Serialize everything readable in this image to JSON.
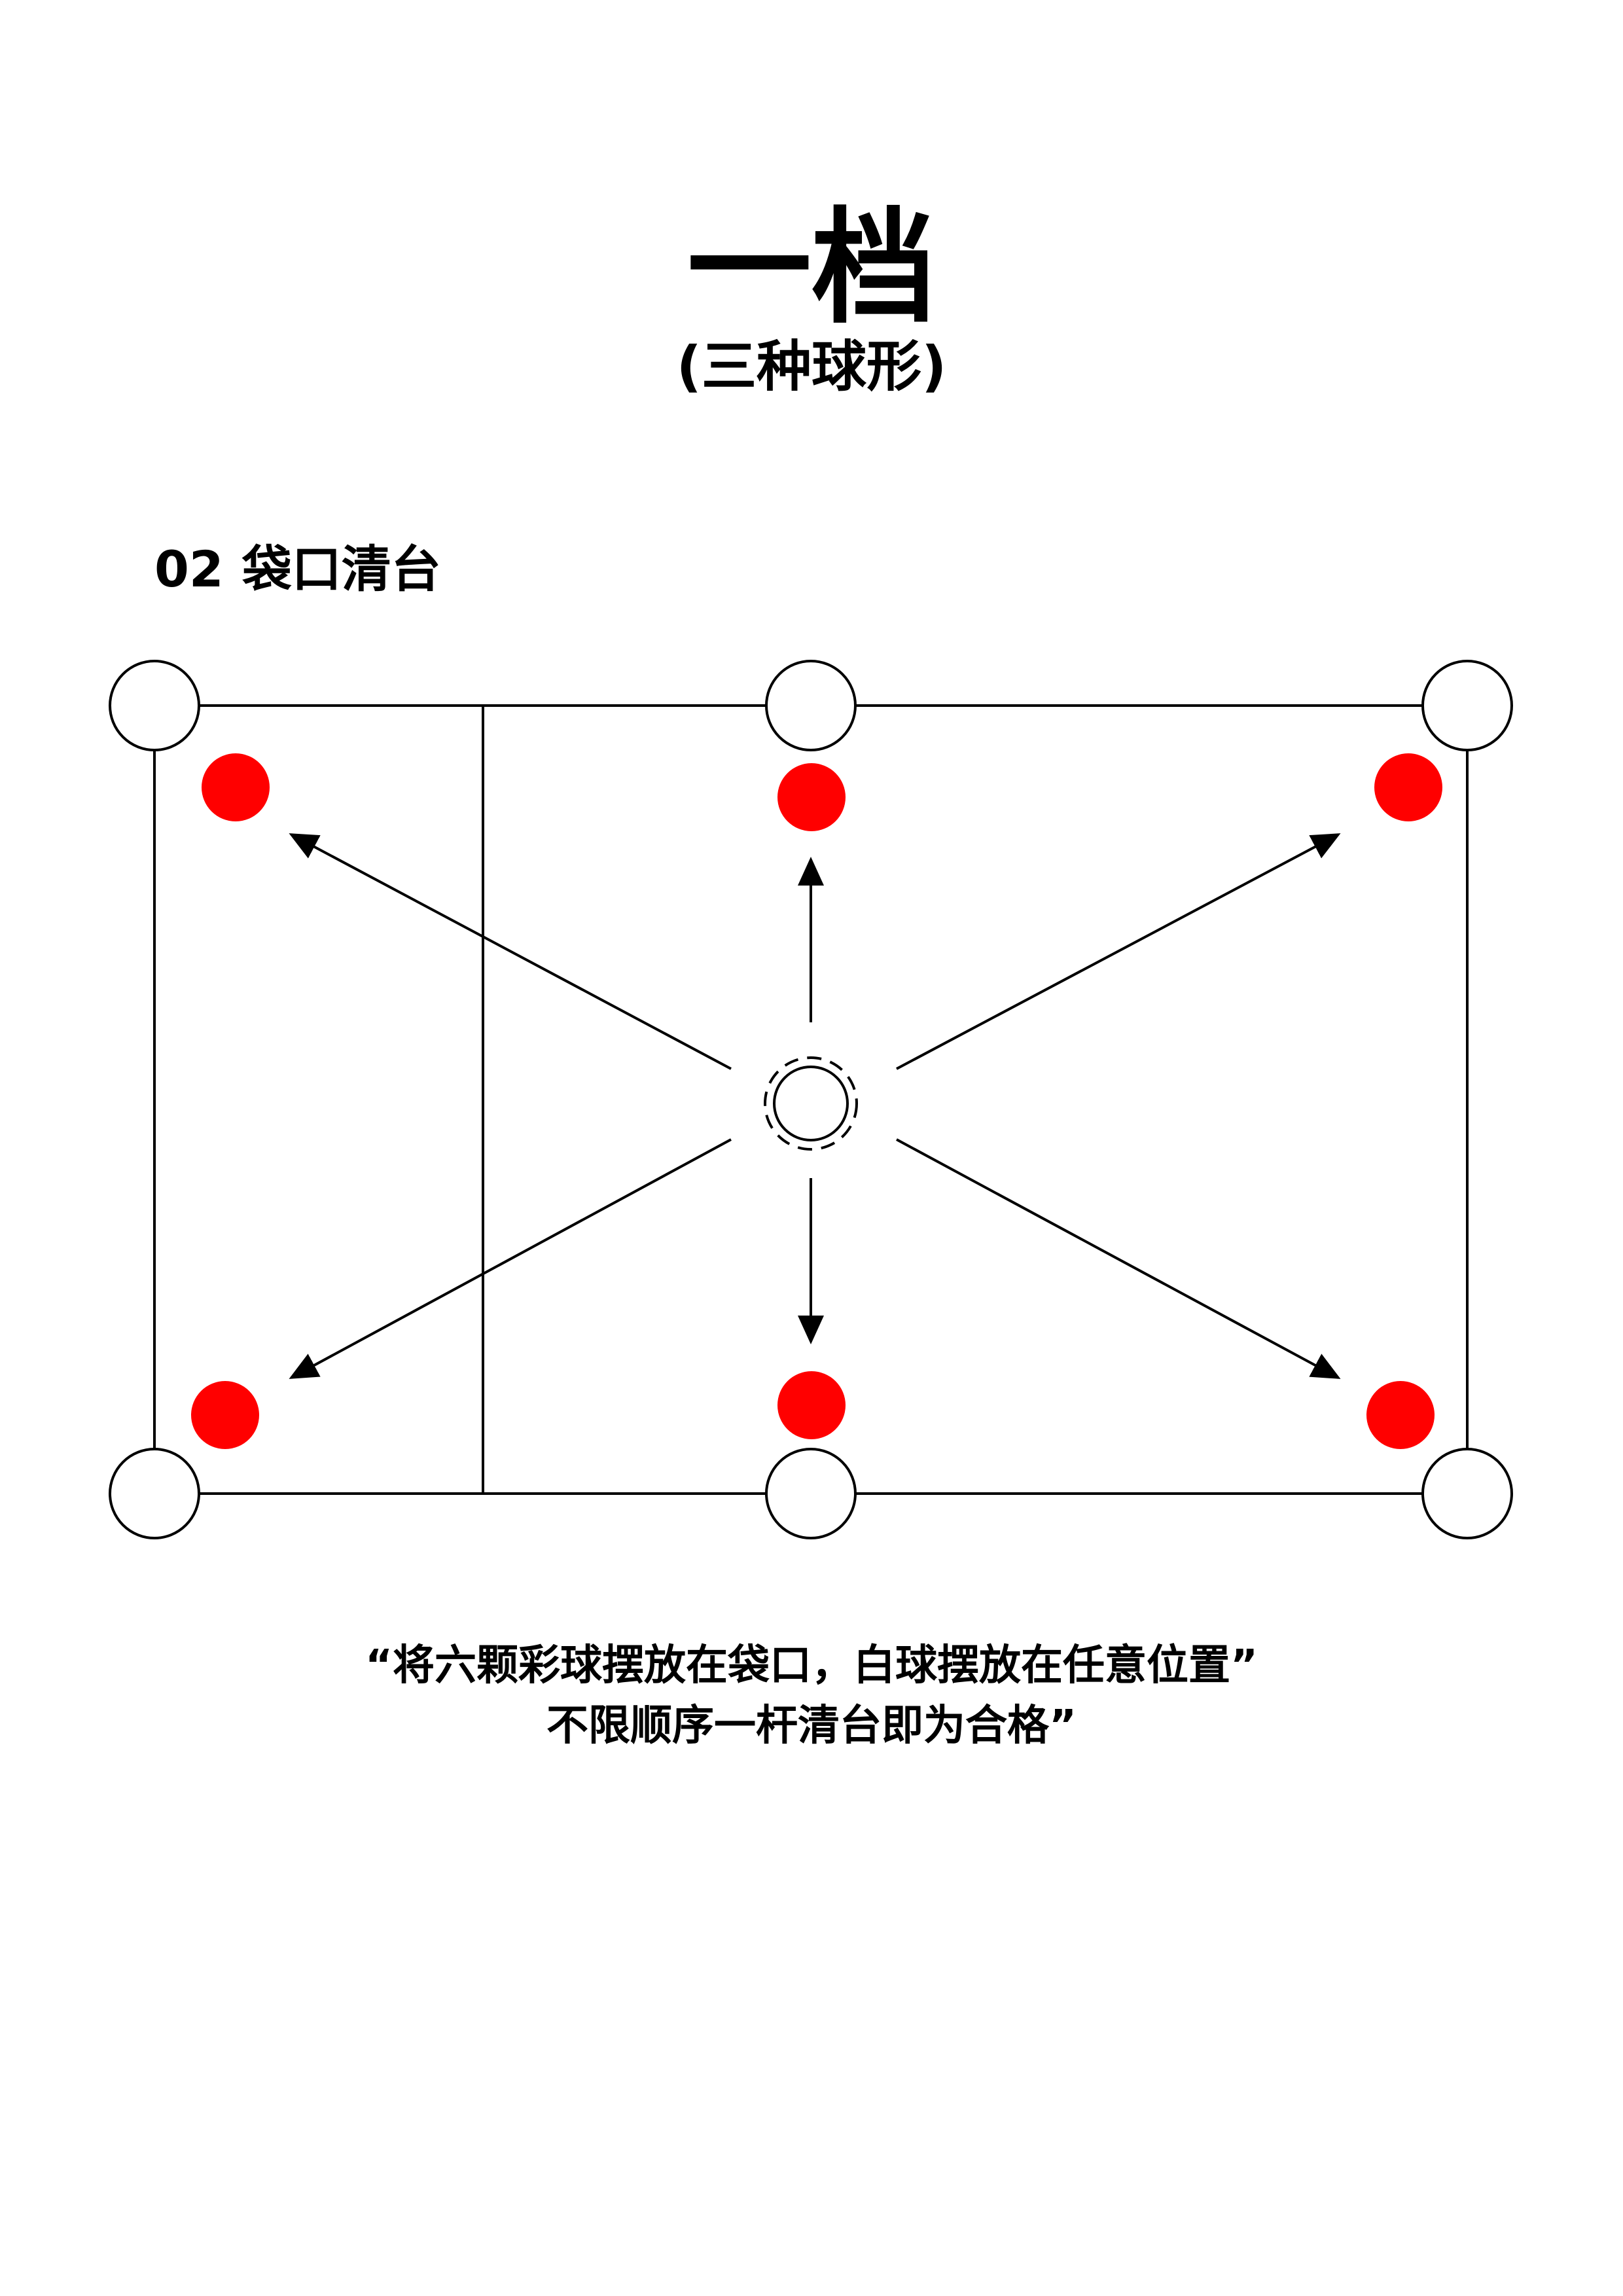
{
  "title": "一档",
  "subtitle": "(三种球形)",
  "section": {
    "number": "02",
    "label": "袋口清台"
  },
  "caption": {
    "line1": "“将六颗彩球摆放在袋口，白球摆放在任意位置”",
    "line2": "不限顺序一杆清台即为合格”"
  },
  "colors": {
    "object_ball": "#ff0000",
    "line": "#000000",
    "pocket_fill": "#ffffff"
  },
  "diagram": {
    "pockets": [
      "top-left",
      "top-middle",
      "top-right",
      "bottom-left",
      "bottom-middle",
      "bottom-right"
    ],
    "object_balls": [
      "top-left",
      "top-middle",
      "top-right",
      "bottom-left",
      "bottom-middle",
      "bottom-right"
    ],
    "cue_ball": "center",
    "arrows": [
      "to-top-left",
      "to-top-middle",
      "to-top-right",
      "to-bottom-left",
      "to-bottom-middle",
      "to-bottom-right"
    ]
  }
}
